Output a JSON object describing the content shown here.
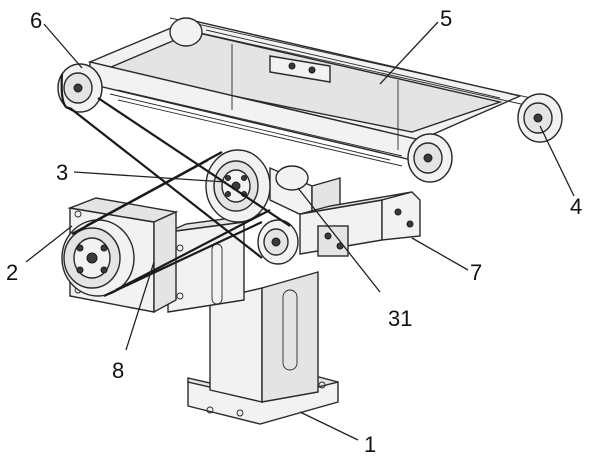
{
  "labels": [
    {
      "id": "label-1",
      "text": "1"
    },
    {
      "id": "label-2",
      "text": "2"
    },
    {
      "id": "label-3",
      "text": "3"
    },
    {
      "id": "label-4",
      "text": "4"
    },
    {
      "id": "label-5",
      "text": "5"
    },
    {
      "id": "label-6",
      "text": "6"
    },
    {
      "id": "label-7",
      "text": "7"
    },
    {
      "id": "label-8",
      "text": "8"
    },
    {
      "id": "label-31",
      "text": "31"
    }
  ]
}
